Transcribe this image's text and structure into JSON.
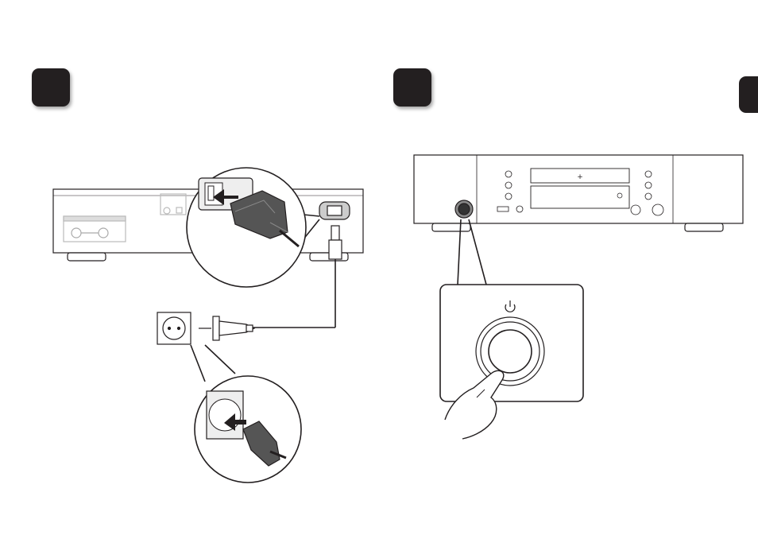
{
  "page": {
    "background": "#ffffff",
    "ink": "#231f20",
    "step_badges": [
      {
        "name": "step-1-badge",
        "label": ""
      },
      {
        "name": "step-2-badge",
        "label": ""
      }
    ],
    "power_symbol": "⏻"
  },
  "illustrations": [
    {
      "name": "rear-panel-power-connection",
      "icon": "power-cord-icon"
    },
    {
      "name": "wall-outlet-connection",
      "icon": "wall-outlet-icon"
    },
    {
      "name": "front-panel-power-button",
      "icon": "power-button-icon"
    }
  ]
}
